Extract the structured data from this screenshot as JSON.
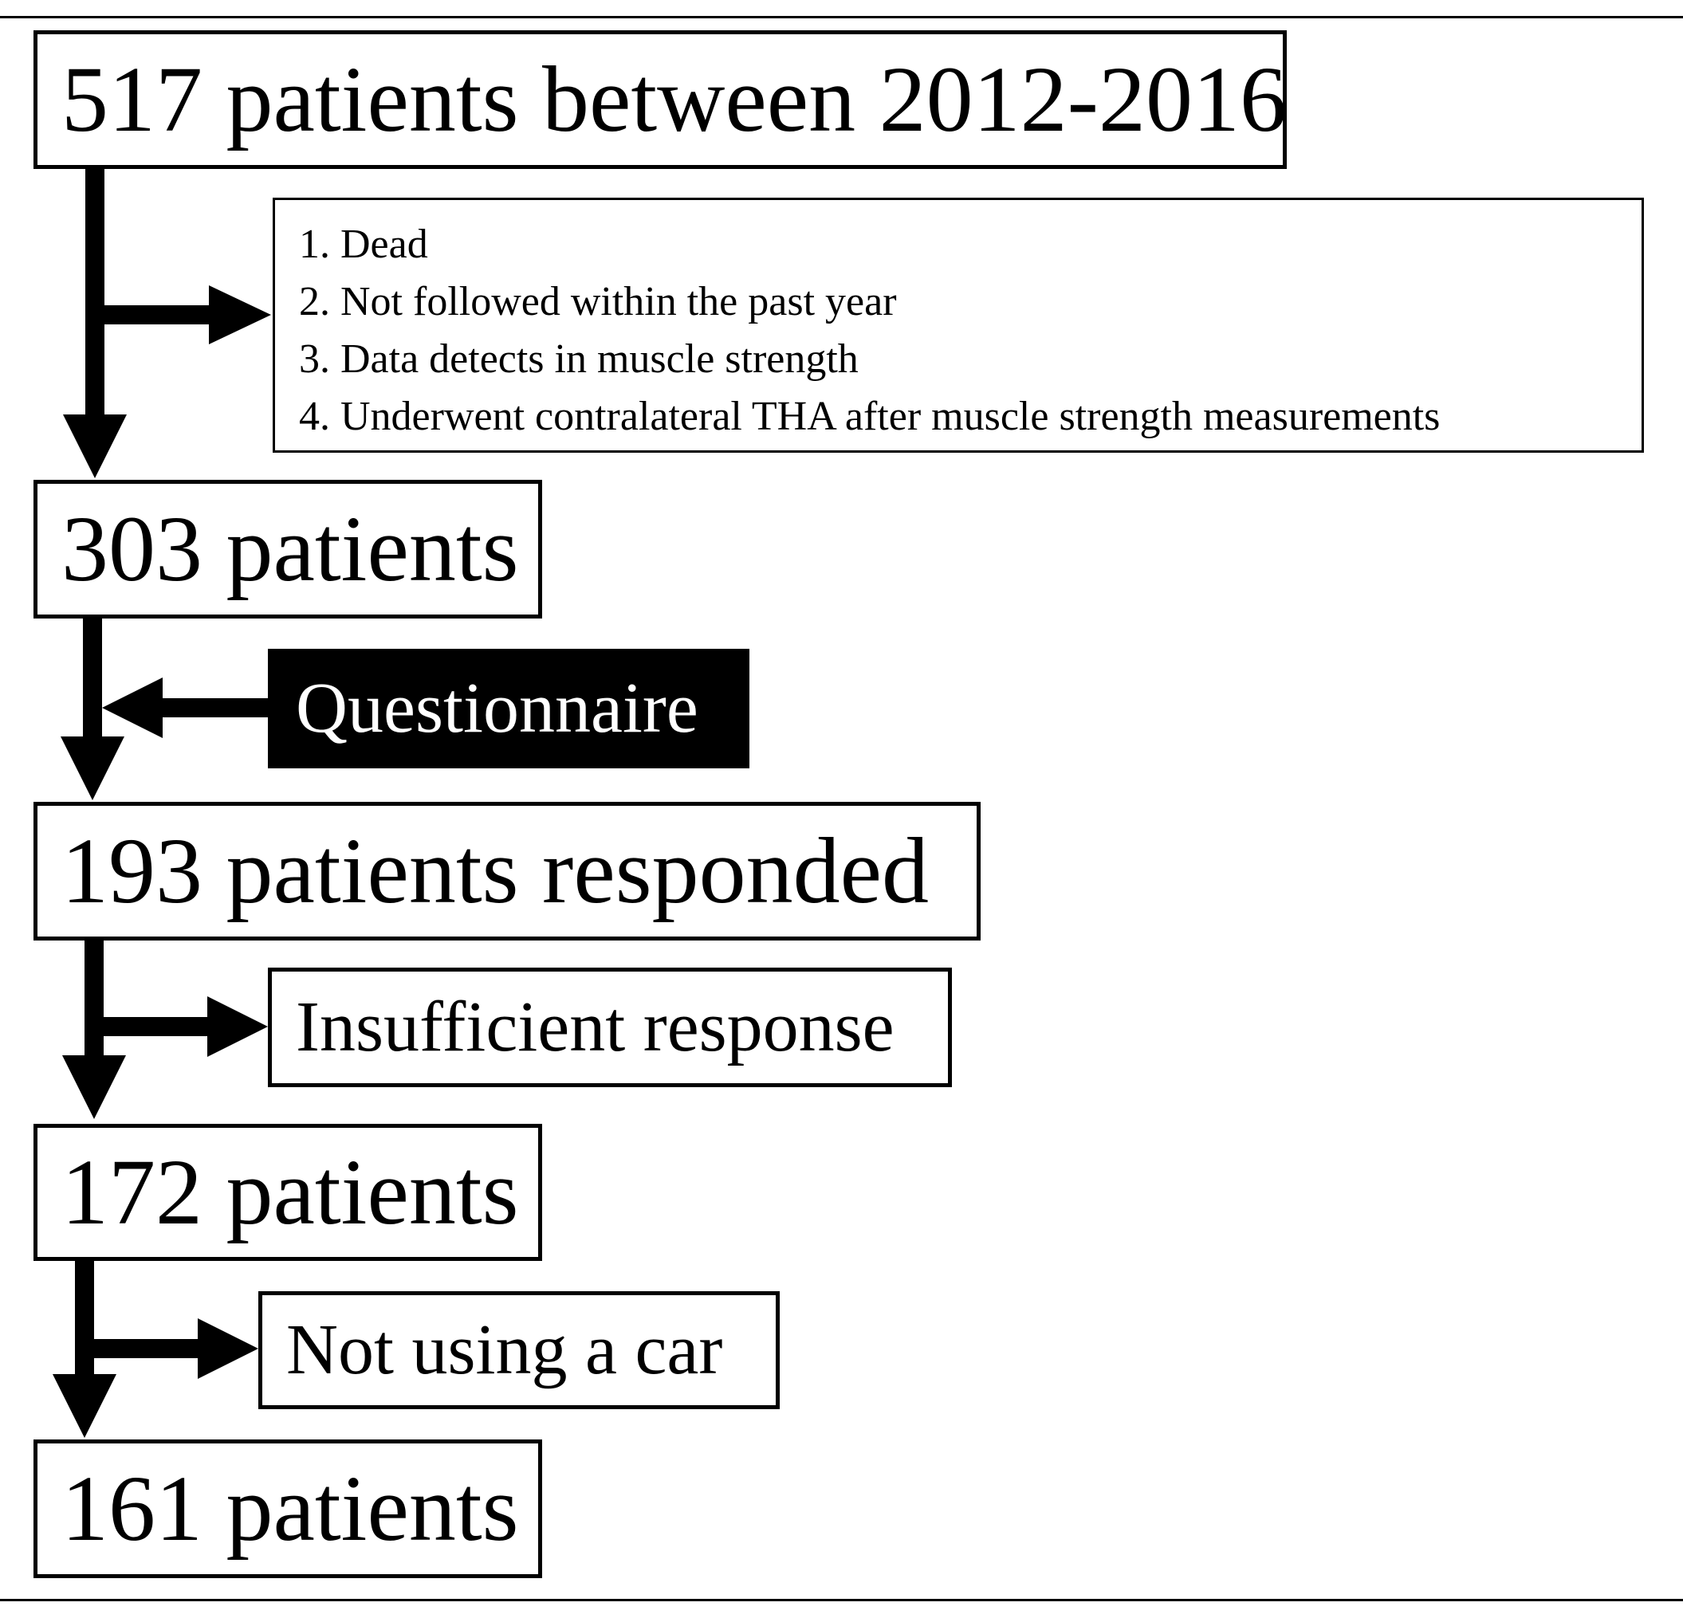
{
  "flowchart": {
    "steps": [
      {
        "label": "517 patients between 2012-2016"
      },
      {
        "label": "303 patients"
      },
      {
        "label": "193 patients responded"
      },
      {
        "label": "172 patients"
      },
      {
        "label": "161 patients"
      }
    ],
    "exclusion_criteria": [
      "1. Dead",
      "2. Not followed within the past year",
      "3. Data detects in muscle strength",
      "4. Underwent contralateral THA after muscle strength measurements"
    ],
    "questionnaire_label": "Questionnaire",
    "insufficient_label": "Insufficient response",
    "no_car_label": "Not using a car"
  }
}
